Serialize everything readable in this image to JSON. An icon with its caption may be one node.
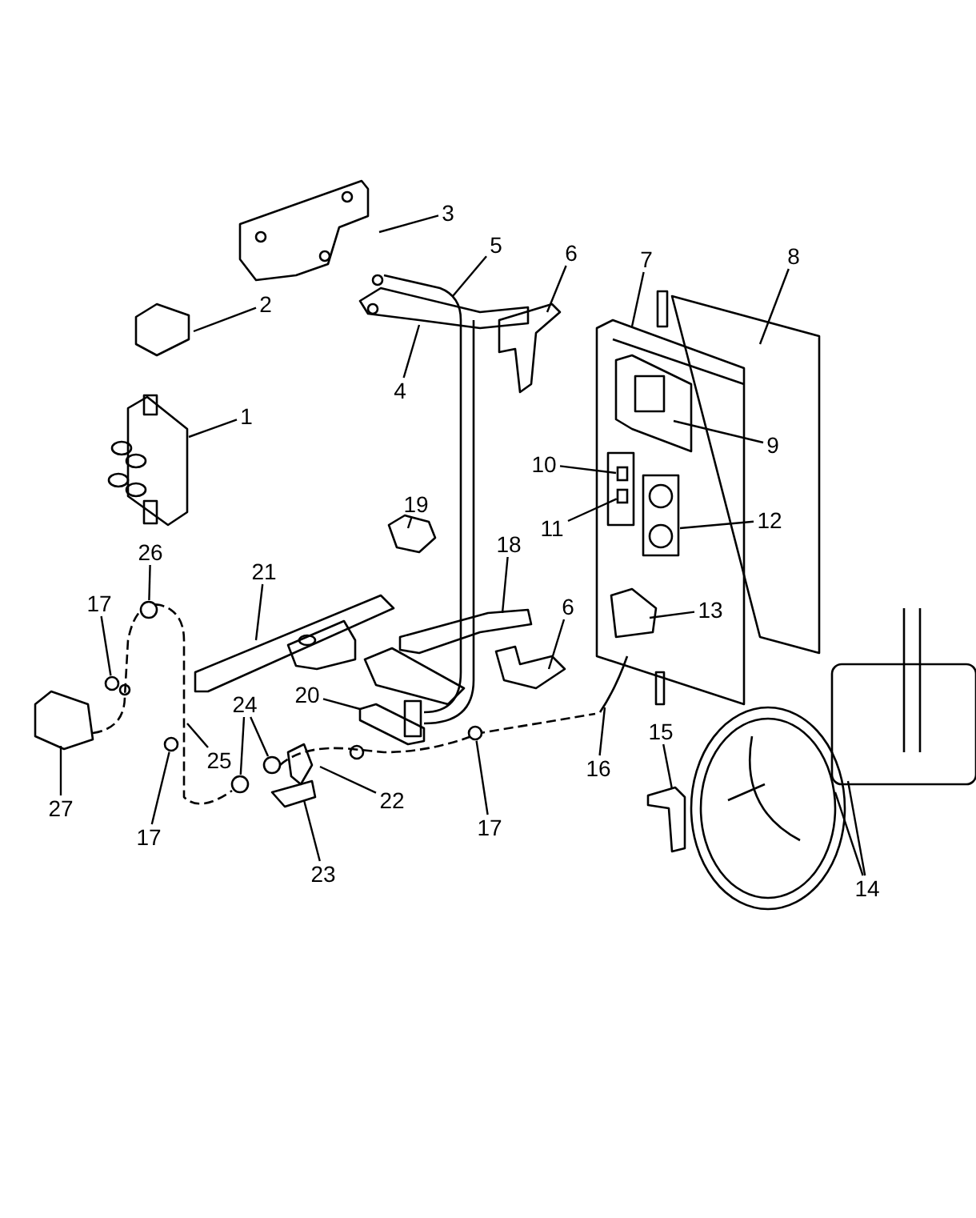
{
  "diagram": {
    "nodes": [
      {
        "text": [
          "3"
        ]
      },
      {
        "text": [
          "5"
        ]
      },
      {
        "text": [
          "6"
        ]
      },
      {
        "text": [
          "7"
        ]
      },
      {
        "text": [
          "8"
        ]
      },
      {
        "text": [
          "2"
        ]
      },
      {
        "text": [
          "4"
        ]
      },
      {
        "text": [
          "1"
        ]
      },
      {
        "text": [
          "9"
        ]
      },
      {
        "text": [
          "10"
        ]
      },
      {
        "text": [
          "19"
        ]
      },
      {
        "text": [
          "12"
        ]
      },
      {
        "text": [
          "11"
        ]
      },
      {
        "text": [
          "18"
        ]
      },
      {
        "text": [
          "26"
        ]
      },
      {
        "text": [
          "21"
        ]
      },
      {
        "text": [
          "17"
        ]
      },
      {
        "text": [
          "6"
        ]
      },
      {
        "text": [
          "13"
        ]
      },
      {
        "text": [
          "20"
        ]
      },
      {
        "text": [
          "24"
        ]
      },
      {
        "text": [
          "15"
        ]
      },
      {
        "text": [
          "25"
        ]
      },
      {
        "text": [
          "16"
        ]
      },
      {
        "text": [
          "27"
        ]
      },
      {
        "text": [
          "22"
        ]
      },
      {
        "text": [
          "17"
        ]
      },
      {
        "text": [
          "17"
        ]
      },
      {
        "text": [
          "23"
        ]
      },
      {
        "text": [
          "14"
        ]
      },
      {
        "text": [],
        "shape": "box"
      },
      {
        "text": [],
        "shape": "box"
      },
      {
        "text": [],
        "shape": "circle"
      },
      {
        "text": [],
        "shape": "circle"
      },
      {
        "text": [],
        "shape": "circle"
      },
      {
        "text": [],
        "shape": "circle"
      },
      {
        "text": [],
        "shape": "circle"
      },
      {
        "text": [],
        "shape": "circle"
      }
    ],
    "edges": [
      {
        "from": 0,
        "to": null,
        "arrow": "none"
      },
      {
        "from": 1,
        "to": null,
        "arrow": "none"
      },
      {
        "from": 2,
        "to": null,
        "arrow": "none"
      },
      {
        "from": 3,
        "to": null,
        "arrow": "none"
      },
      {
        "from": 4,
        "to": null,
        "arrow": "none"
      },
      {
        "from": 5,
        "to": null,
        "arrow": "none"
      },
      {
        "from": 6,
        "to": null,
        "arrow": "none"
      },
      {
        "from": 7,
        "to": null,
        "arrow": "none"
      },
      {
        "from": 8,
        "to": null,
        "arrow": "none"
      },
      {
        "from": 9,
        "to": 30,
        "arrow": "none"
      },
      {
        "from": 10,
        "to": null,
        "arrow": "none"
      },
      {
        "from": 11,
        "to": null,
        "arrow": "none"
      },
      {
        "from": 12,
        "to": 31,
        "arrow": "none"
      },
      {
        "from": 13,
        "to": null,
        "arrow": "none"
      },
      {
        "from": 14,
        "to": 32,
        "arrow": "none"
      },
      {
        "from": 15,
        "to": null,
        "arrow": "none"
      },
      {
        "from": 16,
        "to": 33,
        "arrow": "none"
      },
      {
        "from": 17,
        "to": null,
        "arrow": "none"
      },
      {
        "from": 18,
        "to": null,
        "arrow": "none"
      },
      {
        "from": 19,
        "to": null,
        "arrow": "none"
      },
      {
        "from": 20,
        "to": 34,
        "arrow": "none"
      },
      {
        "from": 20,
        "to": 35,
        "arrow": "none"
      },
      {
        "from": 21,
        "to": null,
        "arrow": "none"
      },
      {
        "from": 22,
        "to": null,
        "arrow": "none"
      },
      {
        "from": 23,
        "to": null,
        "arrow": "none"
      },
      {
        "from": 24,
        "to": null,
        "arrow": "none"
      },
      {
        "from": 25,
        "to": null,
        "arrow": "none"
      },
      {
        "from": 26,
        "to": 36,
        "arrow": "none"
      },
      {
        "from": 27,
        "to": 37,
        "arrow": "none"
      },
      {
        "from": 28,
        "to": null,
        "arrow": "none"
      },
      {
        "from": 29,
        "to": null,
        "arrow": "none"
      },
      {
        "from": 29,
        "to": null,
        "arrow": "none"
      }
    ]
  }
}
